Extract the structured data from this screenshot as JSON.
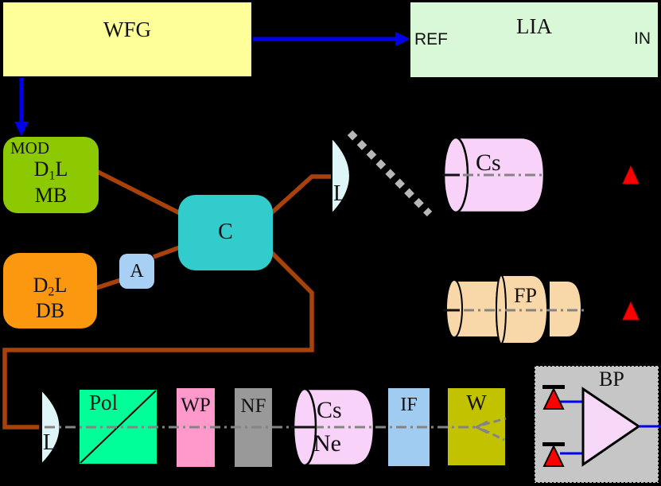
{
  "window": {
    "background": "#000000"
  },
  "colors": {
    "wfg_fill": "#ffff99",
    "lia_fill": "#d8f8d8",
    "mod_laser_fill": "#8cc900",
    "d2_laser_fill": "#fb9810",
    "aom_fill": "#a8d0f4",
    "coupler_fill": "#33cccc",
    "lens_fill": "#dff6f8",
    "cs_cell_fill": "#f8d2f8",
    "fp_fill": "#f8d8a8",
    "pol_fill": "#00ff99",
    "wp_fill": "#ff99cc",
    "nf_fill": "#999999",
    "if_fill": "#a0ccf2",
    "w_fill": "#c2c200",
    "bp_fill": "#c6c6c6",
    "amp_fill": "#f8d8f8",
    "detector_red": "#ff0000",
    "fiber_brown": "#a8420a",
    "signal_blue": "#0000ee",
    "axis_gray": "#848484",
    "mirror_gray": "#b8b8b8"
  },
  "wfg": {
    "label": "WFG"
  },
  "lia": {
    "label": "LIA",
    "ref_port": "REF",
    "in_port": "IN"
  },
  "laser1": {
    "mod": "MOD",
    "name_pre": "D",
    "name_sub": "1",
    "name_post": "L",
    "type": "MB"
  },
  "laser2": {
    "name_pre": "D",
    "name_sub": "2",
    "name_post": "L",
    "type": "DB"
  },
  "aom": {
    "label": "A"
  },
  "coupler": {
    "label": "C"
  },
  "top_arm": {
    "lens": "L",
    "cs_cell": "Cs"
  },
  "fp_arm": {
    "cavity": "FP"
  },
  "bottom_arm": {
    "lens": "L",
    "polarizer": "Pol",
    "waveplate": "WP",
    "filter_nf": "NF",
    "cell_line1": "Cs",
    "cell_line2": "Ne",
    "filter_if": "IF",
    "wedge": "W"
  },
  "bp": {
    "label": "BP"
  }
}
